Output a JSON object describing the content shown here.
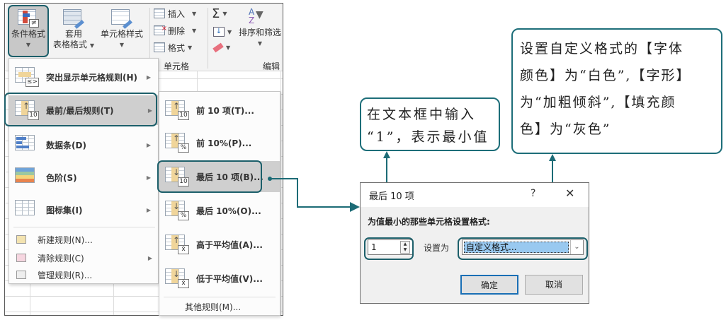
{
  "ribbon": {
    "conditional_format": {
      "label": "条件格式",
      "icon": "conditional-format-icon"
    },
    "format_as_table": {
      "label_line1": "套用",
      "label_line2": "表格格式"
    },
    "cell_styles": {
      "label": "单元格样式"
    },
    "cells_group": {
      "insert": "插入",
      "delete": "删除",
      "format": "格式",
      "group_label": "单元格"
    },
    "editing_group": {
      "sum_icon": "Σ",
      "sort_filter": "排序和筛选",
      "group_label": "编辑"
    }
  },
  "cf_menu": {
    "items": [
      {
        "label": "突出显示单元格规则(H)",
        "badge": "≤>",
        "submenu": true
      },
      {
        "label": "最前/最后规则(T)",
        "badge": "10",
        "submenu": true,
        "highlighted": true
      },
      {
        "label": "数据条(D)",
        "submenu": true
      },
      {
        "label": "色阶(S)",
        "submenu": true
      },
      {
        "label": "图标集(I)",
        "submenu": true
      }
    ],
    "actions": [
      {
        "label": "新建规则(N)..."
      },
      {
        "label": "清除规则(C)",
        "submenu": true
      },
      {
        "label": "管理规则(R)..."
      }
    ]
  },
  "topbottom_menu": {
    "items": [
      {
        "label": "前 10 项(T)...",
        "badge": "10",
        "arrow": "↑"
      },
      {
        "label": "前 10%(P)...",
        "badge": "%",
        "arrow": "↑"
      },
      {
        "label": "最后 10 项(B)...",
        "badge": "10",
        "arrow": "↓",
        "highlighted": true
      },
      {
        "label": "最后 10%(O)...",
        "badge": "%",
        "arrow": "↓"
      },
      {
        "label": "高于平均值(A)...",
        "badge": "x̄",
        "arrow": "↑"
      },
      {
        "label": "低于平均值(V)...",
        "badge": "x̄",
        "arrow": "↓"
      }
    ],
    "more_rules": "其他规则(M)..."
  },
  "dialog": {
    "title": "最后 10 项",
    "help": "?",
    "close": "✕",
    "prompt": "为值最小的那些单元格设置格式:",
    "count_value": "1",
    "set_as_label": "设置为",
    "format_value": "自定义格式...",
    "ok": "确定",
    "cancel": "取消"
  },
  "annotations": {
    "note1": [
      "在文本框中输入",
      "“1”，表示最小值"
    ],
    "note2": [
      "设置自定义格式的【字体",
      "颜色】为“白色”,【字形】",
      "为“加粗倾斜”,【填充颜",
      "色】为“灰色”"
    ]
  },
  "colors": {
    "callout_teal": "#1c6b76",
    "highlight_gray": "#cfcfcf",
    "select_blue": "#99c9f0"
  }
}
